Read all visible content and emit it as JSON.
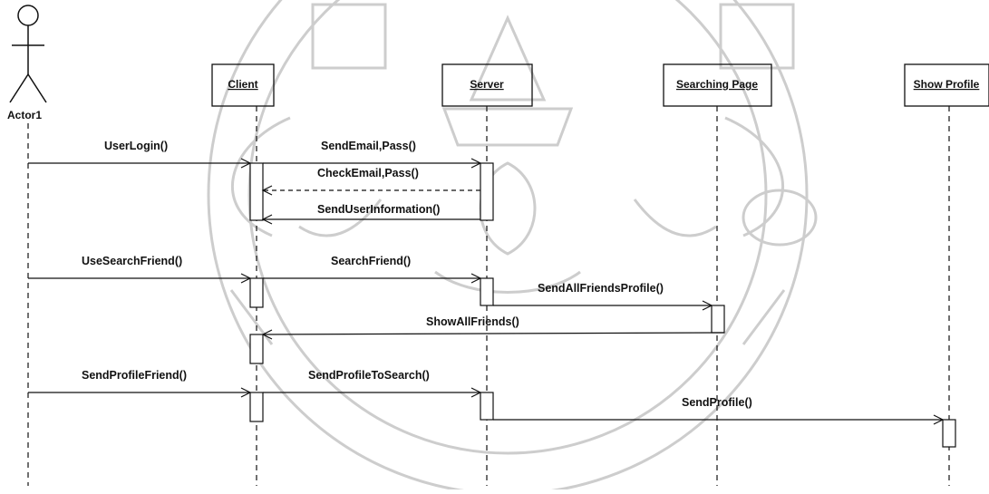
{
  "actor": {
    "name": "Actor1"
  },
  "lifelines": [
    {
      "id": "client",
      "label": "Client"
    },
    {
      "id": "server",
      "label": "Server"
    },
    {
      "id": "searching",
      "label": "Searching Page"
    },
    {
      "id": "profile",
      "label": "Show Profile"
    }
  ],
  "messages": [
    {
      "label": "UserLogin()",
      "from": "actor",
      "to": "client",
      "kind": "sync"
    },
    {
      "label": "SendEmail,Pass()",
      "from": "client",
      "to": "server",
      "kind": "sync"
    },
    {
      "label": "CheckEmail,Pass()",
      "from": "server",
      "to": "client",
      "kind": "return"
    },
    {
      "label": "SendUserInformation()",
      "from": "server",
      "to": "client",
      "kind": "sync"
    },
    {
      "label": "UseSearchFriend()",
      "from": "actor",
      "to": "client",
      "kind": "sync"
    },
    {
      "label": "SearchFriend()",
      "from": "client",
      "to": "server",
      "kind": "sync"
    },
    {
      "label": "SendAllFriendsProfile()",
      "from": "server",
      "to": "searching",
      "kind": "sync"
    },
    {
      "label": "ShowAllFriends()",
      "from": "searching",
      "to": "client",
      "kind": "sync"
    },
    {
      "label": "SendProfileFriend()",
      "from": "actor",
      "to": "client",
      "kind": "sync"
    },
    {
      "label": "SendProfileToSearch()",
      "from": "client",
      "to": "server",
      "kind": "sync"
    },
    {
      "label": "SendProfile()",
      "from": "server",
      "to": "profile",
      "kind": "sync"
    }
  ]
}
